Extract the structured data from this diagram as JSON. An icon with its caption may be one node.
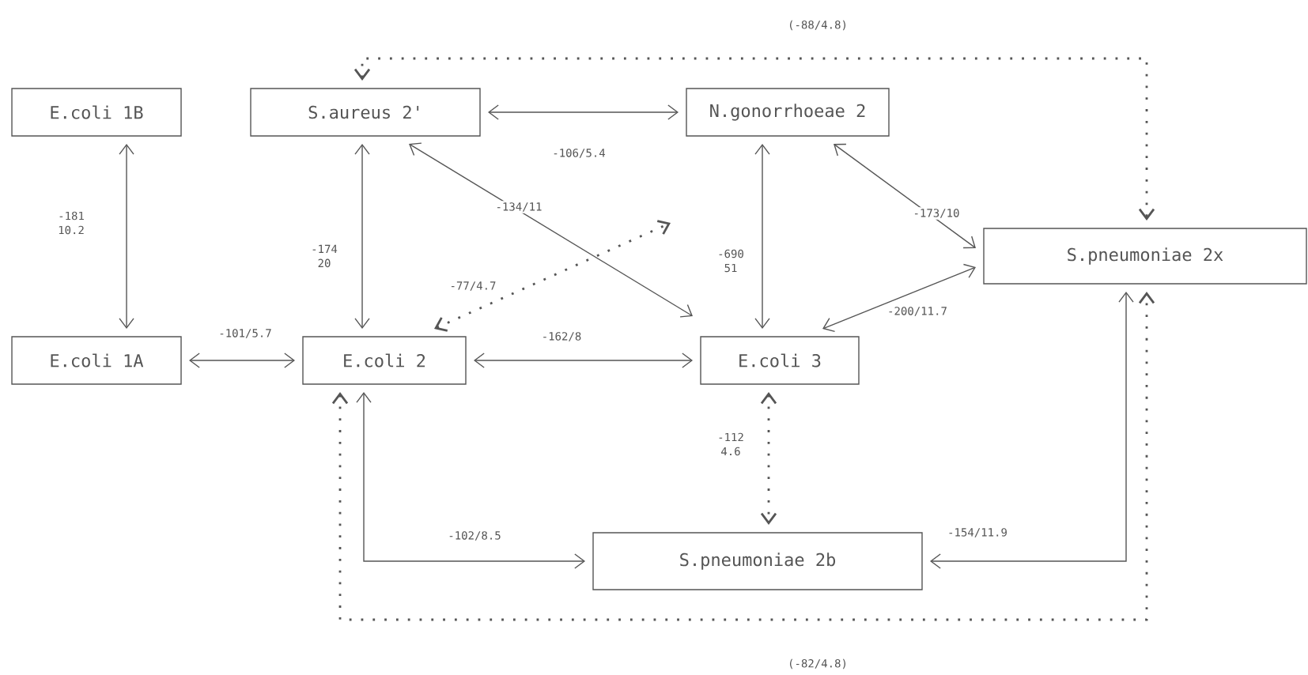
{
  "diagram": {
    "nodes": [
      {
        "text": [
          "E.coli 1B"
        ]
      },
      {
        "text": [
          "S.aureus 2'"
        ]
      },
      {
        "text": [
          "N.gonorrhoeae 2"
        ]
      },
      {
        "text": [
          "S.pneumoniae 2x"
        ]
      },
      {
        "text": [
          "E.coli 1A"
        ]
      },
      {
        "text": [
          "E.coli 2"
        ]
      },
      {
        "text": [
          "E.coli 3"
        ]
      },
      {
        "text": [
          "S.pneumoniae 2b"
        ]
      }
    ],
    "edges": [
      {
        "from": 0,
        "to": 4,
        "arrow": "both",
        "label": "-181 10.2"
      },
      {
        "from": 1,
        "to": 2,
        "arrow": "both",
        "label": "-106/5.4"
      },
      {
        "from": 1,
        "to": 6,
        "arrow": "both",
        "label": "-134/11"
      },
      {
        "from": 1,
        "to": 5,
        "arrow": "both",
        "label": "-174 20"
      },
      {
        "from": 5,
        "to": 2,
        "arrow": "both",
        "label": "-77/4.7",
        "style": "dashed"
      },
      {
        "from": 2,
        "to": 6,
        "arrow": "both",
        "label": "-690 51"
      },
      {
        "from": 2,
        "to": 3,
        "arrow": "both",
        "label": "-173/10"
      },
      {
        "from": 6,
        "to": 3,
        "arrow": "both",
        "label": "-200/11.7"
      },
      {
        "from": 4,
        "to": 5,
        "arrow": "both",
        "label": "-101/5.7"
      },
      {
        "from": 5,
        "to": 6,
        "arrow": "both",
        "label": "-162/8"
      },
      {
        "from": 6,
        "to": 7,
        "arrow": "both",
        "label": "-112 4.6",
        "style": "dashed"
      },
      {
        "from": 5,
        "to": 7,
        "arrow": "both",
        "label": "-102/8.5"
      },
      {
        "from": 3,
        "to": 7,
        "arrow": "both",
        "label": "-154/11.9"
      },
      {
        "from": 1,
        "to": 3,
        "arrow": "both",
        "label": "(-88/4.8)",
        "style": "dashed"
      },
      {
        "from": 5,
        "to": 3,
        "arrow": "both",
        "label": "(-82/4.8)",
        "style": "dashed"
      }
    ]
  }
}
